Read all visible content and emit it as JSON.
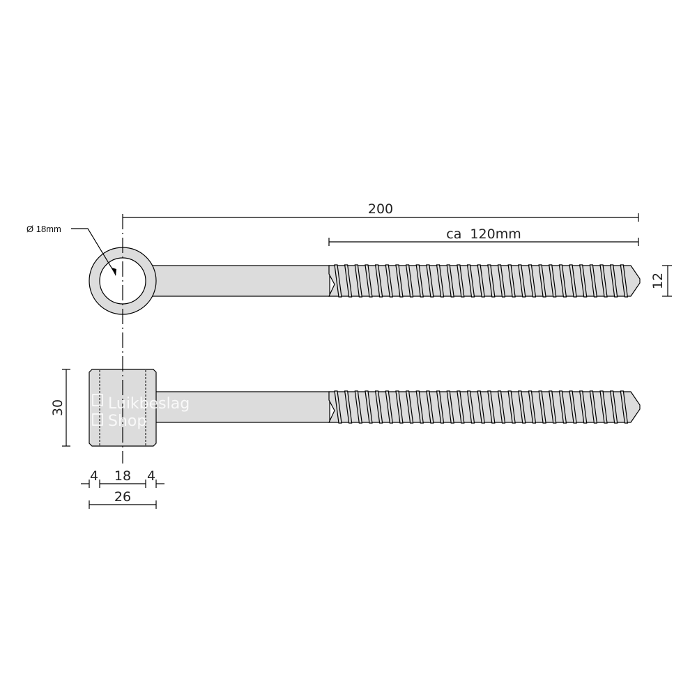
{
  "drawing": {
    "fill_color": "#dcdcdc",
    "line_color": "#000000",
    "dimensions": {
      "overall_length": "200",
      "thread_length": "ca  120mm",
      "thread_diameter": "12",
      "eye_diameter": "Ø 18mm",
      "block_height": "30",
      "wall_left": "4",
      "bore": "18",
      "wall_right": "4",
      "block_width": "26"
    },
    "thread_turns": 29,
    "watermark": {
      "line1": "Luikbeslag",
      "line2": "Shop"
    }
  }
}
